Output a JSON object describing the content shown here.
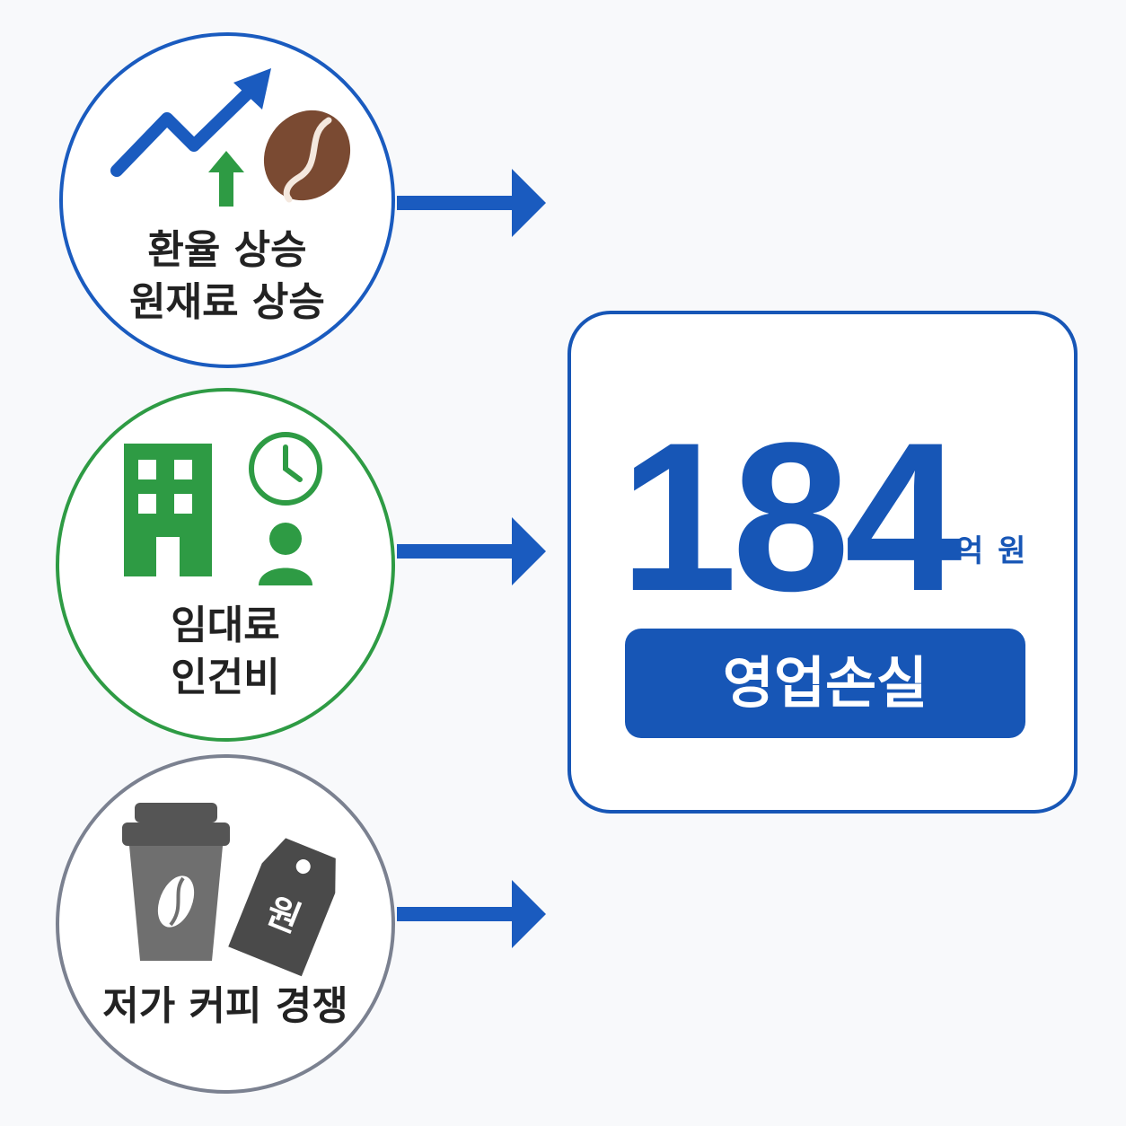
{
  "causes": [
    {
      "lines": [
        "환율 상승",
        "원재료 상승"
      ],
      "icons": [
        "trend-up-arrow-icon",
        "green-up-arrow-icon",
        "coffee-bean-icon"
      ],
      "border_color": "#1a5bbf"
    },
    {
      "lines": [
        "임대료",
        "인건비"
      ],
      "icons": [
        "building-icon",
        "clock-icon",
        "person-icon"
      ],
      "border_color": "#2e9b44"
    },
    {
      "lines": [
        "저가 커피 경쟁"
      ],
      "icons": [
        "coffee-cup-icon",
        "price-tag-icon"
      ],
      "tag_text": "원",
      "border_color": "#7b8190"
    }
  ],
  "result": {
    "amount": "184",
    "unit": "억 원",
    "label": "영업손실",
    "color": "#1756b6"
  }
}
